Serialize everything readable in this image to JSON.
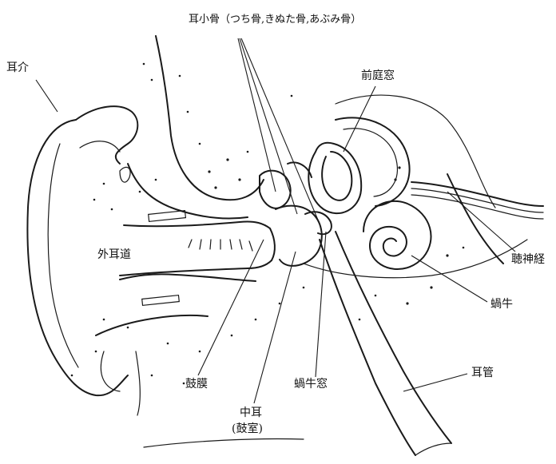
{
  "diagram": {
    "labels": {
      "ossicles": "耳小骨（つち骨,きぬた骨,あぶみ骨）",
      "auricle": "耳介",
      "oval_window": "前庭窓",
      "ear_canal": "外耳道",
      "auditory_nerve": "聴神経",
      "cochlea": "蝸牛",
      "eardrum": "鼓膜",
      "round_window": "蝸牛窓",
      "middle_ear": "中耳",
      "tympanic_cavity": "(鼓室)",
      "eustachian_tube": "耳管"
    },
    "colors": {
      "ink": "#1a1a1a",
      "paper": "#ffffff"
    }
  }
}
